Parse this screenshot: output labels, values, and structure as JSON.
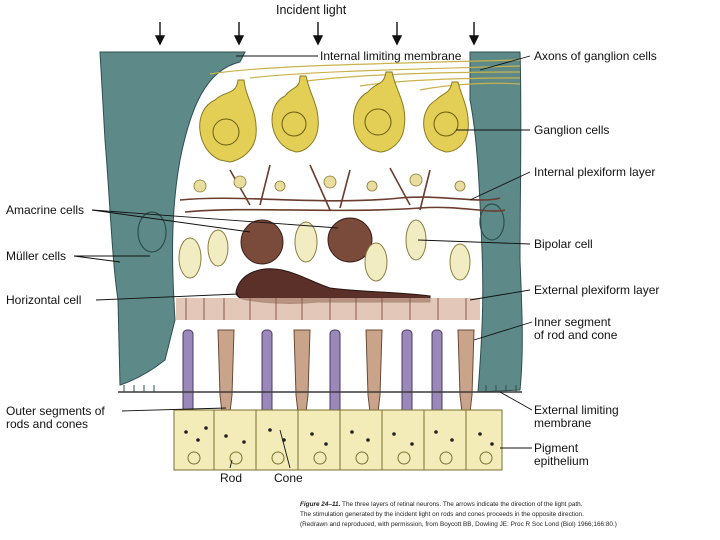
{
  "title": "Incident light",
  "labels": {
    "ilm": "Internal limiting membrane",
    "axons": "Axons of ganglion cells",
    "ganglion": "Ganglion cells",
    "ipl": "Internal plexiform layer",
    "amacrine": "Amacrine cells",
    "bipolar": "Bipolar cell",
    "muller": "Müller cells",
    "epl": "External plexiform layer",
    "horizontal": "Horizontal cell",
    "inner_seg_1": "Inner segment",
    "inner_seg_2": "of rod and cone",
    "outer_seg_1": "Outer segments of",
    "outer_seg_2": "rods and cones",
    "elm_1": "External limiting",
    "elm_2": "membrane",
    "pigment_1": "Pigment",
    "pigment_2": "epithelium",
    "rod": "Rod",
    "cone": "Cone"
  },
  "caption": {
    "figure": "Figure 24–11.",
    "line1": "The three layers of retinal neurons. The arrows indicate the direction of the light path.",
    "line2": "The stimulation generated by the incident light on rods and cones proceeds in the opposite direction.",
    "line3": "(Redrawn and reproduced, with permission, from Boycott BB, Dowling JE: Proc R Soc Lond (Biol) 1966;166:80.)"
  },
  "colors": {
    "muller": "#5d8a88",
    "ganglion": "#e3cf56",
    "amacrine": "#7a4a3a",
    "horizontal": "#5a3028",
    "bipolar": "#f2ecc2",
    "rod": "#9a88b8",
    "cone": "#caa48a",
    "pigment": "#f3ecb8"
  },
  "light_arrows": 5
}
